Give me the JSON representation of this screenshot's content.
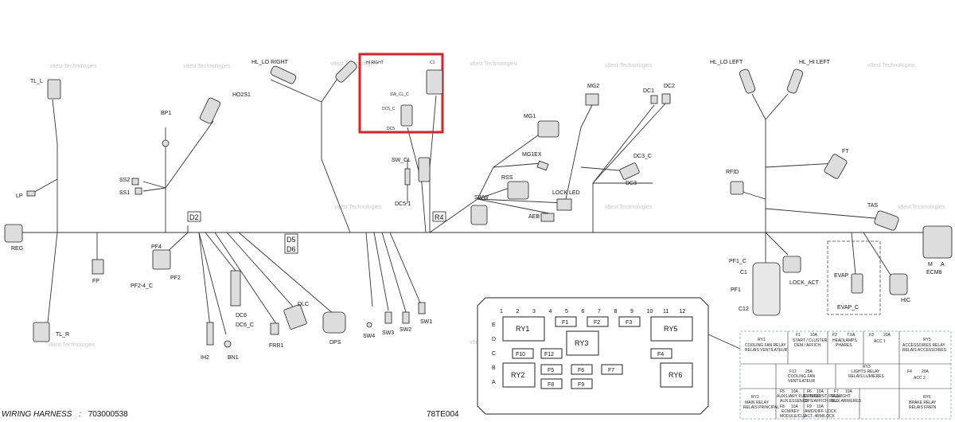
{
  "footer": {
    "harness_label": "WIRING HARNESS",
    "harness_sep": ":",
    "harness_number": "703000538",
    "drawing_code": "78TE004"
  },
  "watermark": "v8est Technologies",
  "highlight_color": "#e0201c",
  "connectors": {
    "tl_l": "TL_L",
    "lp": "LP",
    "reg": "REG",
    "fp": "FP",
    "tl_r": "TL_R",
    "bp1": "BP1",
    "ss2": "SS2",
    "ss1": "SS1",
    "d2": "D2",
    "pf4": "PF4",
    "pf2_4c": "PF2-4_C",
    "pf2": "PF2",
    "ih2": "IH2",
    "bn1": "BN1",
    "dc6": "DC6",
    "dc6c": "DC6_C",
    "frr1": "FRR1",
    "dlc": "DLC",
    "dps": "DPS",
    "ho2s1": "HO2S1",
    "hl_lo_right": "HL_LO RIGHT",
    "hi_right": "HI RIGHT",
    "c1": "C1",
    "sw_cl_c": "SW_CL_C",
    "dc5_c": "DC5_C",
    "dc5": "DC5",
    "sw_cl": "SW_CL",
    "dc5_1": "DC5-1",
    "r4": "R4",
    "d5": "D5",
    "d6": "D6",
    "sw4": "SW4",
    "sw3": "SW3",
    "sw2": "SW2",
    "sw1": "SW1",
    "sww": "SWW",
    "rss": "RSS",
    "aeb": "AEB",
    "lock_led": "LOCK LED",
    "mg1ex": "MG1EX",
    "mg1": "MG1",
    "mg2": "MG2",
    "dc1": "DC1",
    "dc2": "DC2",
    "dc3c": "DC3_C",
    "dc3": "DC3",
    "hl_lo_left": "HL_LO LEFT",
    "hl_hi_left": "HL_HI LEFT",
    "ft": "FT",
    "rfid": "RFID",
    "tas": "TAS",
    "m": "M",
    "a": "A",
    "ecm8": "ECM8",
    "pf1c": "PF1_C",
    "c1b": "C1",
    "pf1": "PF1",
    "c12": "C12",
    "lock_act": "LOCK_ACT",
    "evap": "EVAP",
    "evap_c": "EVAP_C",
    "hic": "HIC"
  },
  "fusebox": {
    "col_numbers": [
      "1",
      "2",
      "3",
      "4",
      "5",
      "6",
      "7",
      "8",
      "9",
      "10",
      "11",
      "12"
    ],
    "row_letters": [
      "E",
      "D",
      "C",
      "B",
      "A"
    ],
    "relays": {
      "ry1": "RY1",
      "ry2": "RY2",
      "ry3": "RY3",
      "ry5": "RY5",
      "ry6": "RY6"
    },
    "fuses": {
      "f1": "F1",
      "f2": "F2",
      "f3": "F3",
      "f4": "F4",
      "f5": "F5",
      "f6": "F6",
      "f7": "F7",
      "f8": "F8",
      "f9": "F9",
      "f10": "F10",
      "f12": "F12"
    }
  },
  "legend": {
    "ry1": {
      "id": "RY1",
      "en": "COOLING FAN RELAY",
      "fr": "RELAIS VENTILATEUR"
    },
    "f1": {
      "id": "F1",
      "amp": "10A",
      "en": "START / CLUSTER",
      "fr": "DEM / AFFICH."
    },
    "f2": {
      "id": "F2",
      "amp": "7.5A",
      "en": "HEADLAMPS",
      "fr": "PHARES"
    },
    "f3": {
      "id": "F3",
      "amp": "20A",
      "en": "ACC 1"
    },
    "ry5": {
      "id": "RY5",
      "en": "ACCESSORIES RELAY",
      "fr": "RELAIS ACCESSOIRES"
    },
    "ry3": {
      "id": "RY3",
      "en": "LIGHTS RELAY",
      "fr": "RELAIS LUMIERES"
    },
    "f12": {
      "id": "F12",
      "amp": "25A",
      "en": "COOLING FAN",
      "fr": "VENTILATEUR"
    },
    "f4": {
      "id": "F4",
      "amp": "20A",
      "en": "ACC 2"
    },
    "ry2": {
      "id": "RY2",
      "en": "MAIN RELAY",
      "fr": "RELAIS PRINCIPAL"
    },
    "f5": {
      "id": "F5",
      "amp": "10A",
      "en": "AUXILIARY FUEL PUMP",
      "fr": "AUX.ESSENCE"
    },
    "f6": {
      "id": "F6",
      "amp": "10A",
      "en": "DPS/CLUST. RELAY",
      "fr": "DPS/AFFICH. REL."
    },
    "f7": {
      "id": "F7",
      "amp": "10A",
      "en": "TAILLIGHT",
      "fr": "FEUX ARRIERES"
    },
    "f8": {
      "id": "F8",
      "amp": "10A",
      "en": "ECM/KEY",
      "fr": "MODULE/CLE"
    },
    "f9": {
      "id": "F9",
      "amp": "10A",
      "en": "AWD/DIFF. LOCK",
      "fr": "ACT. 4RM/LOCK"
    },
    "ry6": {
      "id": "RY6",
      "en": "BRAKE RELAY",
      "fr": "RELAIS FREIN"
    }
  }
}
